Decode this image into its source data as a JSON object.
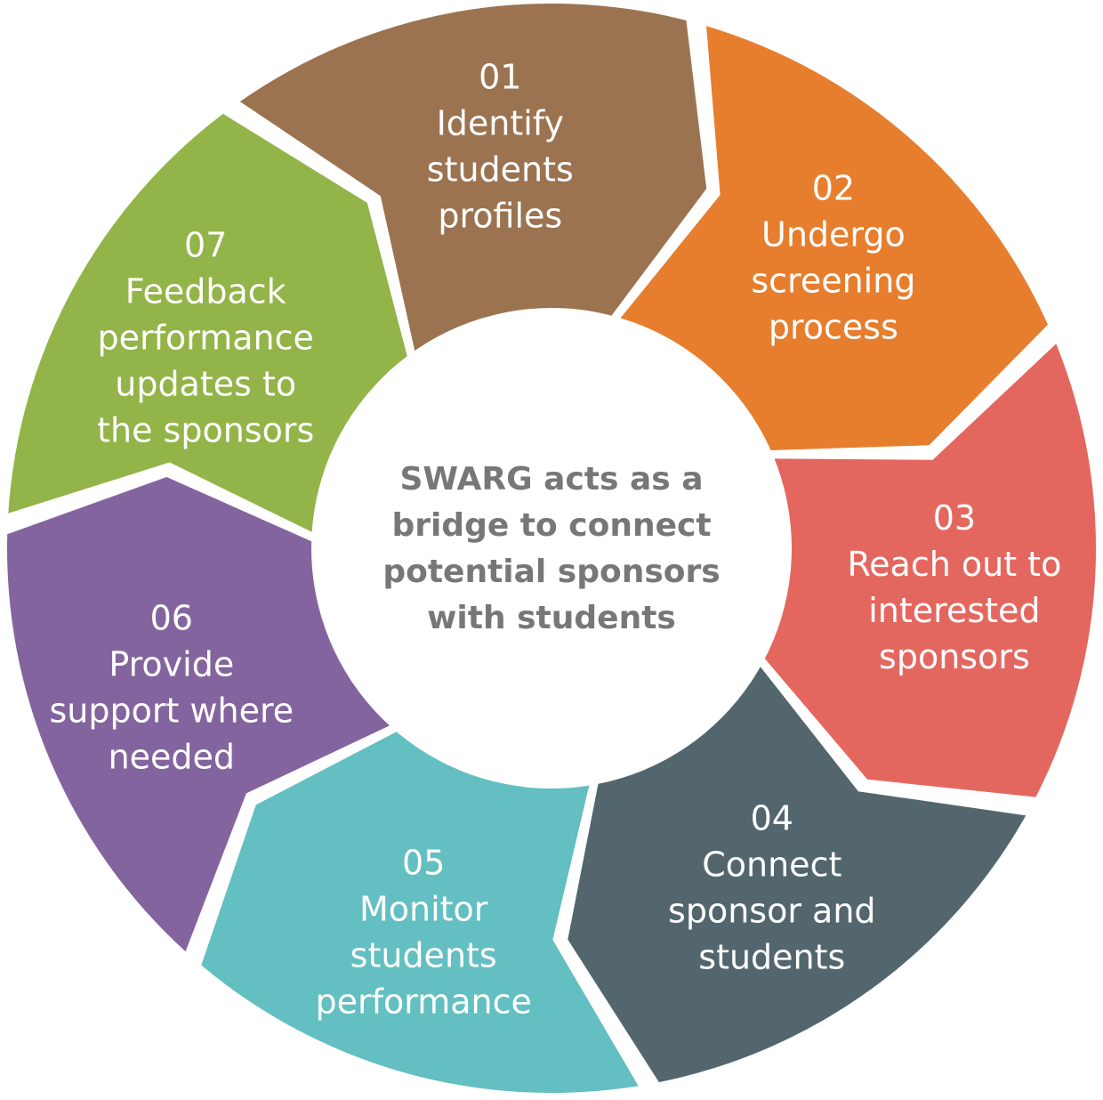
{
  "center": {
    "lines": [
      "SWARG acts as a",
      "bridge to connect",
      "potential sponsors",
      "with students"
    ],
    "color": "#777777"
  },
  "steps": [
    {
      "number": "01",
      "lines": [
        "Identify",
        "students",
        "profiles"
      ],
      "color": "#9C7350"
    },
    {
      "number": "02",
      "lines": [
        "Undergo",
        "screening",
        "process"
      ],
      "color": "#E67E2E"
    },
    {
      "number": "03",
      "lines": [
        "Reach out to",
        "interested",
        "sponsors"
      ],
      "color": "#E4675F"
    },
    {
      "number": "04",
      "lines": [
        "Connect",
        "sponsor and",
        "students"
      ],
      "color": "#53666E"
    },
    {
      "number": "05",
      "lines": [
        "Monitor",
        "students",
        "performance"
      ],
      "color": "#63BFC2"
    },
    {
      "number": "06",
      "lines": [
        "Provide",
        "support where",
        "needed"
      ],
      "color": "#84649E"
    },
    {
      "number": "07",
      "lines": [
        "Feedback",
        "performance",
        "updates to",
        "the sponsors"
      ],
      "color": "#93B448"
    }
  ]
}
